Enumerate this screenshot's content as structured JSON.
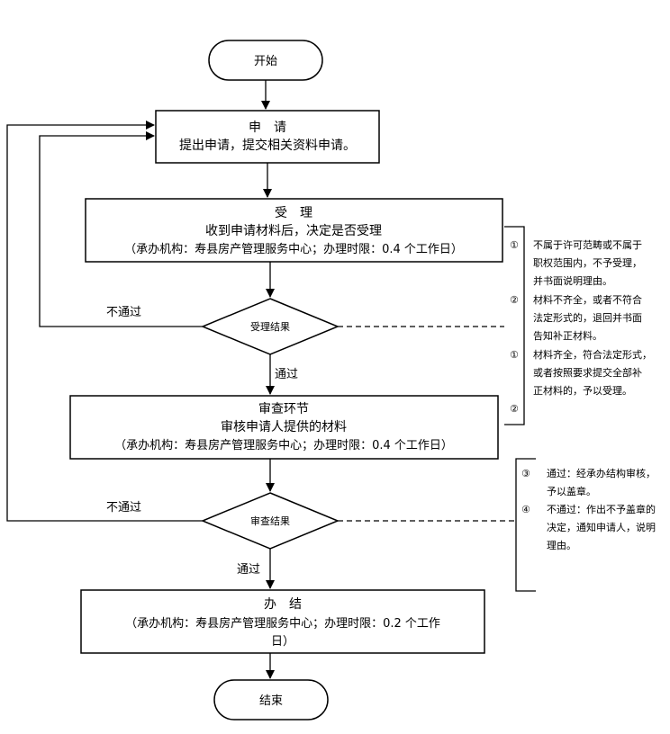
{
  "nodes": {
    "start": "开始",
    "apply": {
      "title": "申　请",
      "body": "提出申请，提交相关资料申请。"
    },
    "accept": {
      "title": "受　理",
      "body": "收到申请材料后，决定是否受理",
      "org": "（承办机构：寿县房产管理服务中心；办理时限：0.4 个工作日）"
    },
    "decision1": "受理结果",
    "review": {
      "title": "审查环节",
      "body": "审核申请人提供的材料",
      "org": "（承办机构：寿县房产管理服务中心；办理时限：0.4 个工作日）"
    },
    "decision2": "审查结果",
    "finish": {
      "title": "办　结",
      "org_line1": "（承办机构：寿县房产管理服务中心；办理时限：0.2 个工作",
      "org_line2": "日）"
    },
    "end": "结束"
  },
  "edges": {
    "reject1": "不通过",
    "pass1": "通过",
    "reject2": "不通过",
    "pass2": "通过"
  },
  "notes1": {
    "items": [
      {
        "marker": "①",
        "lines": [
          "不属于许可范畴或不属于",
          "职权范围内，不予受理，",
          "并书面说明理由。"
        ]
      },
      {
        "marker": "②",
        "lines": [
          "材料不齐全，或者不符合",
          "法定形式的，退回并书面",
          "告知补正材料。"
        ]
      },
      {
        "marker": "①",
        "lines": [
          "材料齐全，符合法定形式，",
          "或者按照要求提交全部补",
          "正材料的，予以受理。"
        ]
      },
      {
        "marker": "②",
        "lines": []
      }
    ]
  },
  "notes2": {
    "items": [
      {
        "marker": "③",
        "lines": [
          "通过：经承办结构审核，",
          "予以盖章。"
        ]
      },
      {
        "marker": "④",
        "lines": [
          "不通过：作出不予盖章的",
          "决定，通知申请人，说明",
          "理由。"
        ]
      }
    ]
  }
}
